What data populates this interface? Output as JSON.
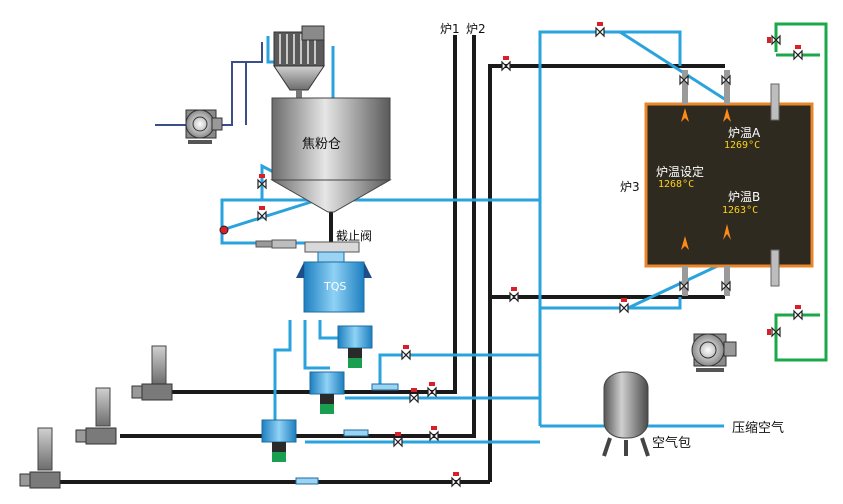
{
  "labels": {
    "silo": "焦粉仓",
    "shutoff_valve": "截止阀",
    "feeder": "TQS",
    "furnace1": "炉1",
    "furnace2": "炉2",
    "furnace3": "炉3",
    "air_tank": "空气包",
    "compressed_air": "压缩空气"
  },
  "furnace": {
    "temp_a_label": "炉温A",
    "temp_a_value": "1269°C",
    "setpoint_label": "炉温设定",
    "setpoint_value": "1268°C",
    "temp_b_label": "炉温B",
    "temp_b_value": "1263°C"
  },
  "colors": {
    "black_pipe": "#1a1a1a",
    "blue_pipe": "#2aa3dc",
    "green_pipe": "#1aa84a",
    "navy_pipe": "#3a4f8a",
    "furnace_fill": "#2e2a20",
    "furnace_border": "#e8862a",
    "valve_red": "#d81f2a",
    "setpoint_yellow": "#ffd21a"
  }
}
